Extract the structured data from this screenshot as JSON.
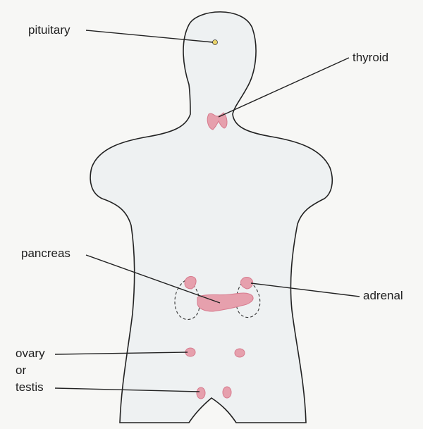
{
  "labels": {
    "pituitary": "pituitary",
    "thyroid": "thyroid",
    "pancreas": "pancreas",
    "adrenal": "adrenal",
    "ovary": "ovary",
    "or": "or",
    "testis": "testis"
  },
  "colors": {
    "background": "#f7f7f5",
    "body_fill": "#eef1f2",
    "outline": "#222222",
    "gland": "#e6a0ad",
    "gland_dark": "#d77b8e",
    "pituitary": "#e9d36a",
    "label_text": "#1f1f1f"
  }
}
